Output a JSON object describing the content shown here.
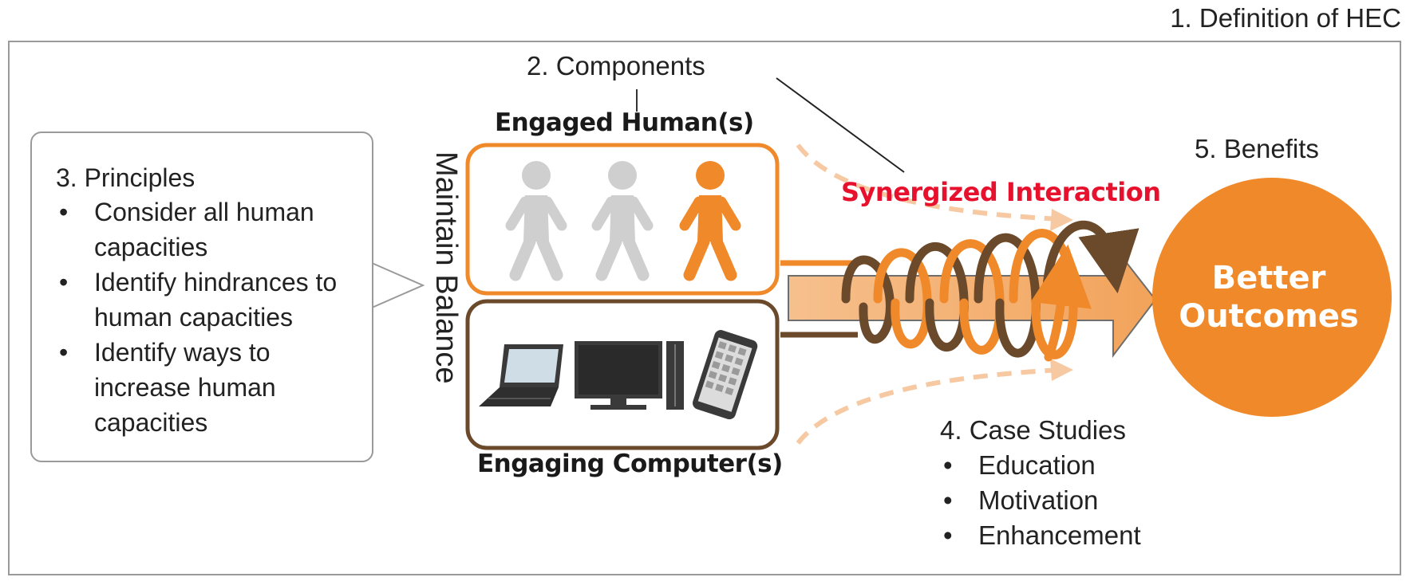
{
  "definition_title": "1. Definition of HEC",
  "components_title": "2. Components",
  "engaged_humans_label": "Engaged Human(s)",
  "engaging_computers_label": "Engaging Computer(s)",
  "maintain_balance_label": "Maintain Balance",
  "synergized_interaction_label": "Synergized Interaction",
  "principles": {
    "title": "3. Principles",
    "items": [
      "Consider all human capacities",
      "Identify hindrances to human capacities",
      "Identify ways to increase human capacities"
    ]
  },
  "case_studies": {
    "title": "4. Case Studies",
    "items": [
      "Education",
      "Motivation",
      "Enhancement"
    ]
  },
  "benefits": {
    "title": "5. Benefits",
    "outcome_line1": "Better",
    "outcome_line2": "Outcomes"
  },
  "colors": {
    "orange": "#f0892a",
    "brown": "#6b4a2c",
    "red": "#e8112d",
    "gray_person": "#cfcfcf",
    "frame_gray": "#9a9a9a"
  },
  "icons": [
    "person-icon",
    "laptop-icon",
    "desktop-monitor-icon",
    "tower-icon",
    "smartphone-icon"
  ]
}
